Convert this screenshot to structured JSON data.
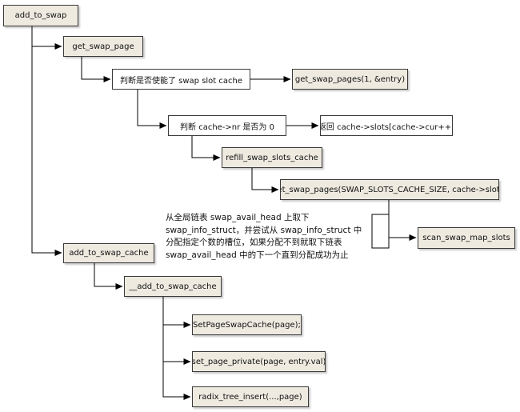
{
  "nodes": {
    "add_to_swap": "add_to_swap",
    "get_swap_page": "get_swap_page",
    "check_slot_cache": "判断是否使能了 swap slot cache",
    "get_swap_pages_single": "get_swap_pages(1, &entry)",
    "check_nr": "判断 cache->nr 是否为 0",
    "return_slot": "返回 cache->slots[cache->cur++]",
    "refill_swap_slots_cache": "refill_swap_slots_cache",
    "get_swap_pages_batch": "get_swap_pages(SWAP_SLOTS_CACHE_SIZE, cache->slots)",
    "scan_swap_map_slots": "scan_swap_map_slots",
    "add_to_swap_cache": "add_to_swap_cache",
    "__add_to_swap_cache": "__add_to_swap_cache",
    "SetPageSwapCache": "SetPageSwapCache(page);",
    "set_page_private": "set_page_private(page, entry.val)",
    "radix_tree_insert": "radix_tree_insert(...,page)"
  },
  "note_lines": [
    "从全局链表 swap_avail_head 上取下",
    "swap_info_struct，并尝试从 swap_info_struct 中",
    "分配指定个数的槽位，如果分配不到就取下链表",
    "swap_avail_head 中的下一个直到分配成功为止"
  ],
  "colors": {
    "function_box_fill": "#eeeae0",
    "plain_box_fill": "#ffffff",
    "border": "#3a3a3a",
    "connector": "#000000"
  }
}
